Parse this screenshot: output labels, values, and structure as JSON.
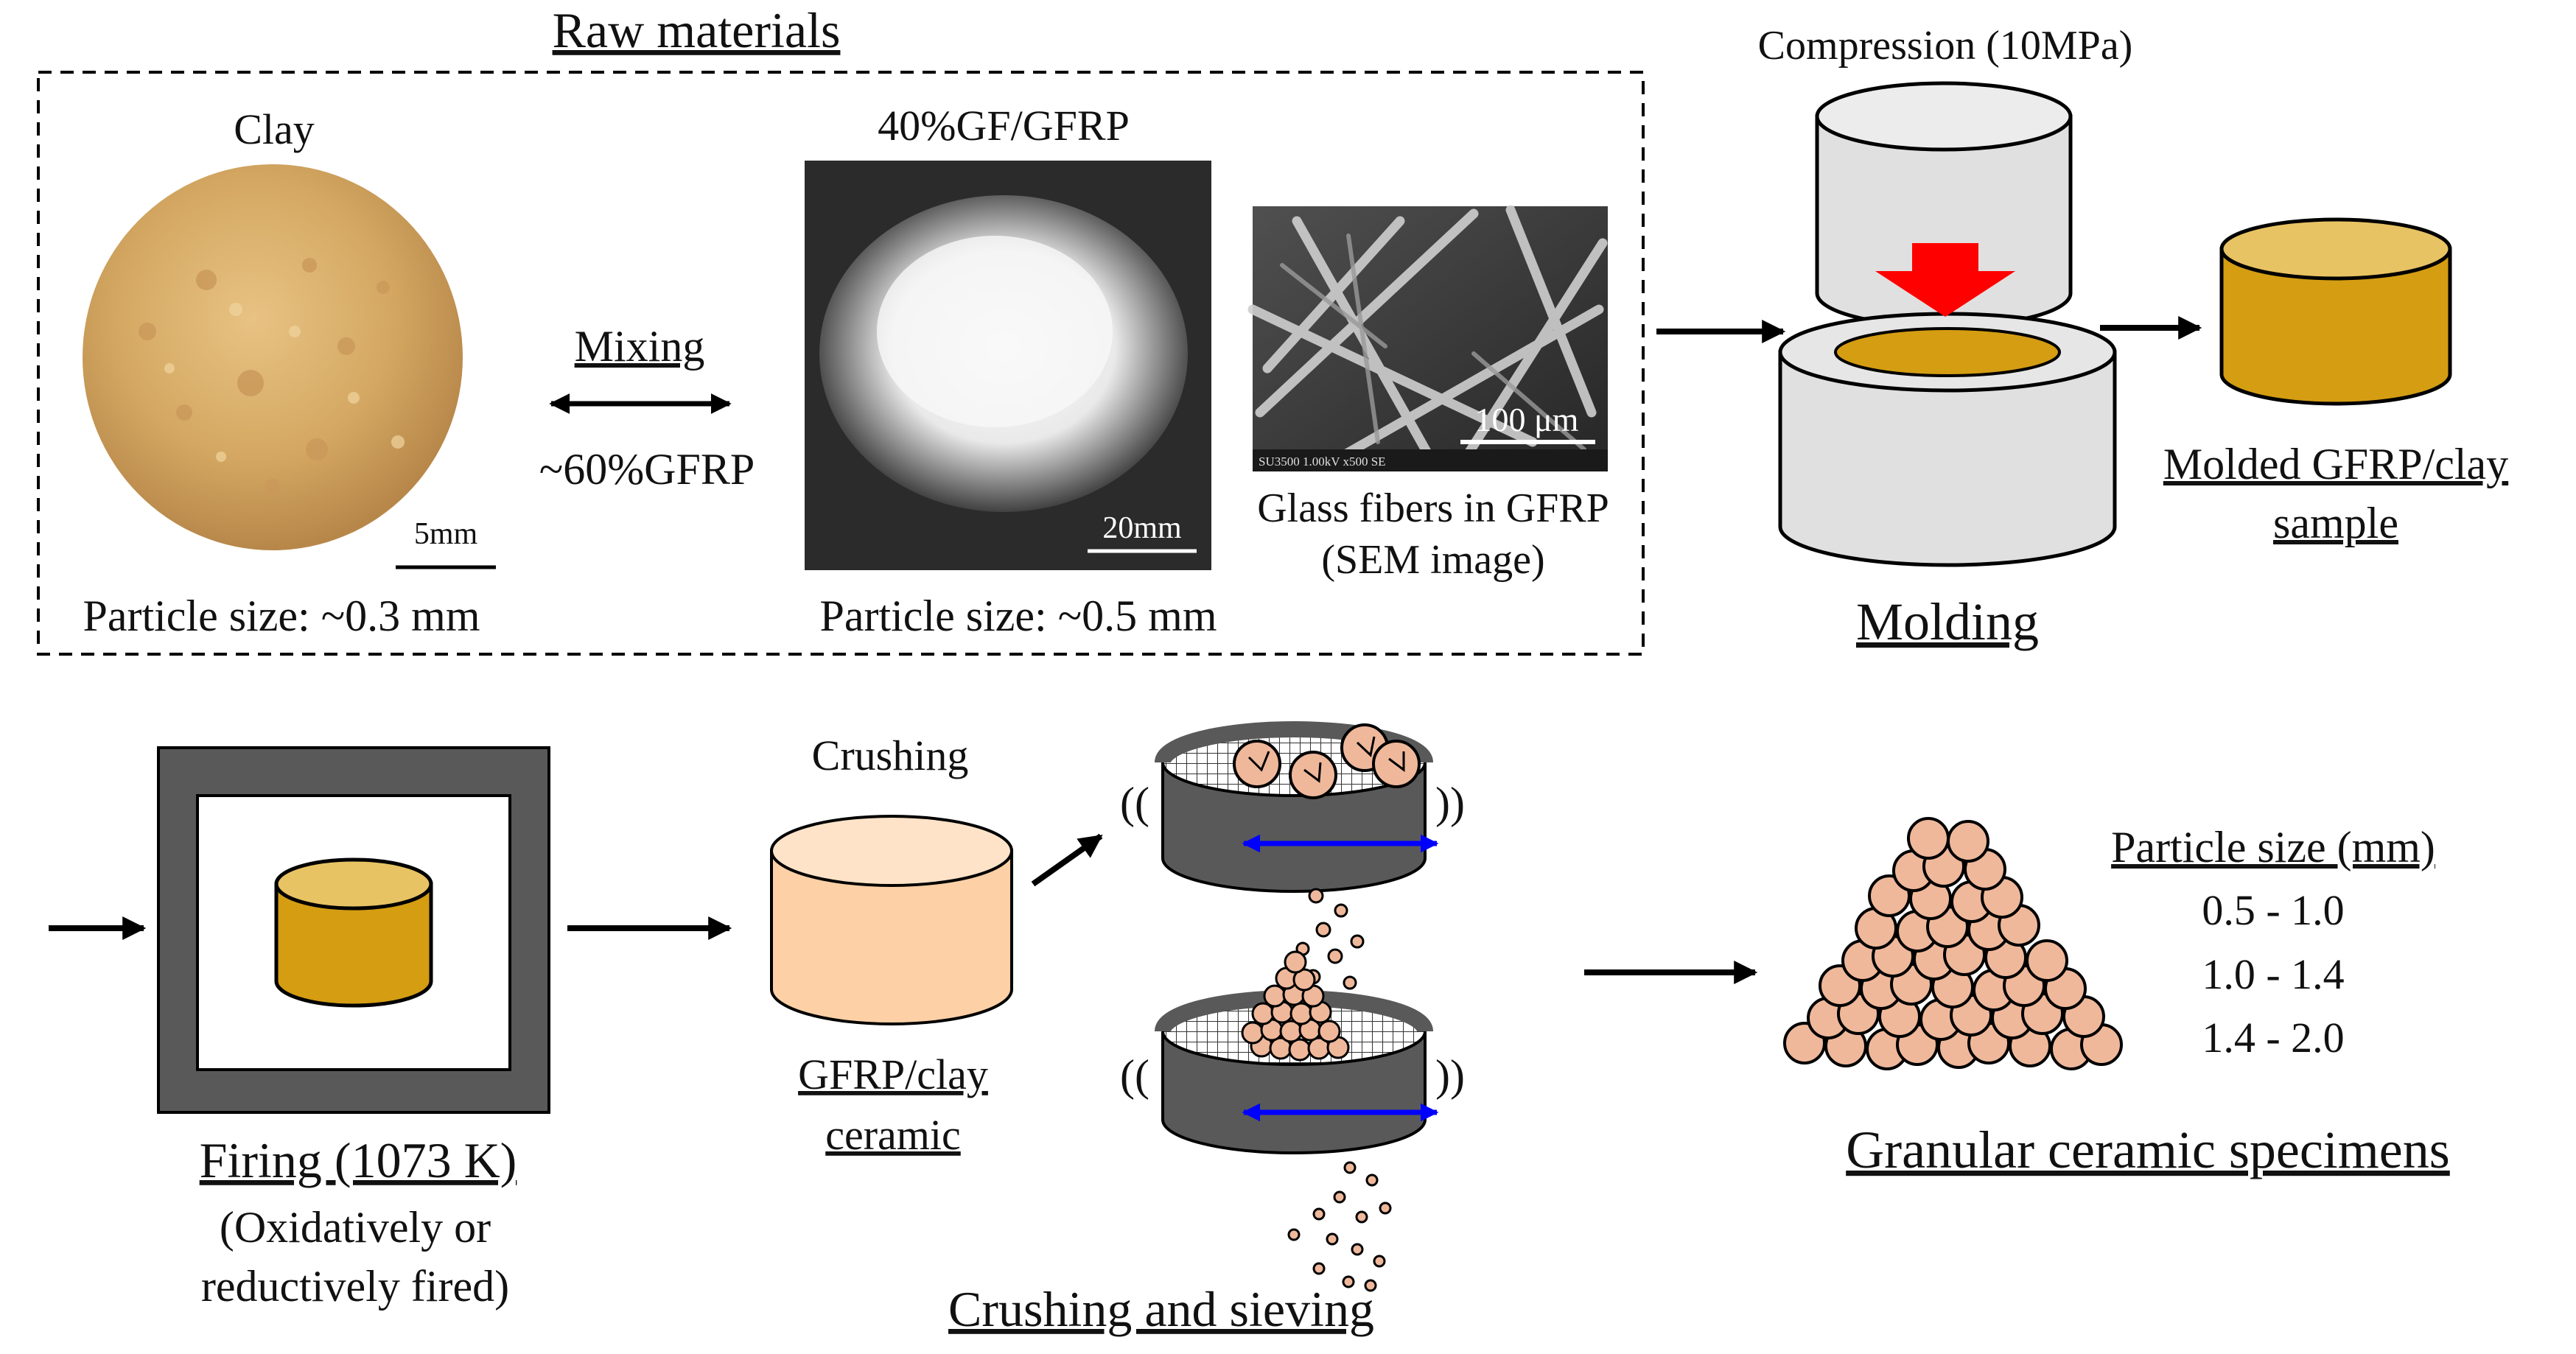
{
  "raw_materials": {
    "heading": "Raw materials",
    "clay": {
      "title": "Clay",
      "scale_label": "5mm",
      "particle_size": "Particle size: ~0.3 mm"
    },
    "mixing": {
      "label": "Mixing",
      "ratio": "~60%GFRP"
    },
    "gfrp": {
      "title": "40%GF/GFRP",
      "scale_label": "20mm",
      "particle_size": "Particle size: ~0.5 mm"
    },
    "sem": {
      "scale_label": "100 μm",
      "caption_line1": "Glass fibers in GFRP",
      "caption_line2": "(SEM image)",
      "instrument_text": "SU3500 1.00kV x500 SE"
    }
  },
  "molding": {
    "compression_label": "Compression (10MPa)",
    "step_label": "Molding",
    "result_line1": "Molded GFRP/clay",
    "result_line2": "sample"
  },
  "firing": {
    "step_label": "Firing (1073 K)",
    "note_line1": "(Oxidatively or",
    "note_line2": "reductively fired)"
  },
  "crushing": {
    "label": "Crushing",
    "product_line1": "GFRP/clay",
    "product_line2": "ceramic",
    "step_label": "Crushing and sieving"
  },
  "granular": {
    "step_label": "Granular ceramic specimens",
    "size_header": "Particle size (mm)",
    "sizes": [
      "0.5 - 1.0",
      "1.0 - 1.4",
      "1.4 - 2.0"
    ]
  },
  "colors": {
    "mold_gray": "#e0e0e0",
    "sample_gold": "#d49d12",
    "sample_top": "#e8c363",
    "furnace_dark": "#595959",
    "ceramic_peach": "#fdd0a6",
    "granule": "#efb89b",
    "arrow_red": "#ff0000",
    "shake_blue": "#0000ff",
    "sieve_dark": "#595959"
  }
}
